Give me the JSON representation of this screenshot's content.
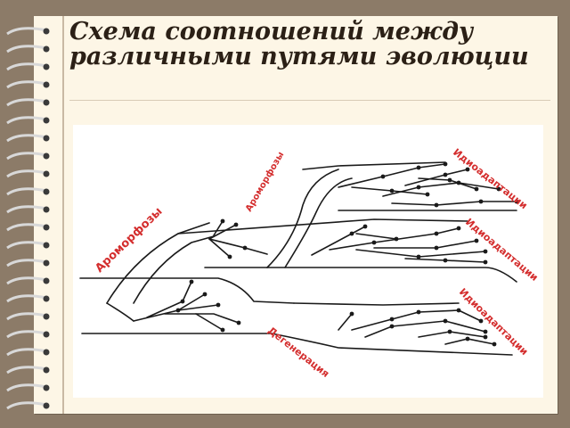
{
  "title": "Схема соотношений между различными путями эволюции",
  "labels": {
    "aromorph_big": "Ароморфозы",
    "aromorph_small": "Ароморфозы",
    "idio_top": "Идиоадаптации",
    "idio_mid": "Идиоадаптации",
    "idio_low": "Идиоадаптации",
    "degeneration": "Дегенерация"
  },
  "colors": {
    "label_red": "#d42e2e",
    "background_frame": "#8c7b68",
    "paper": "#fdf6e6",
    "ink": "#1a1a1a"
  }
}
